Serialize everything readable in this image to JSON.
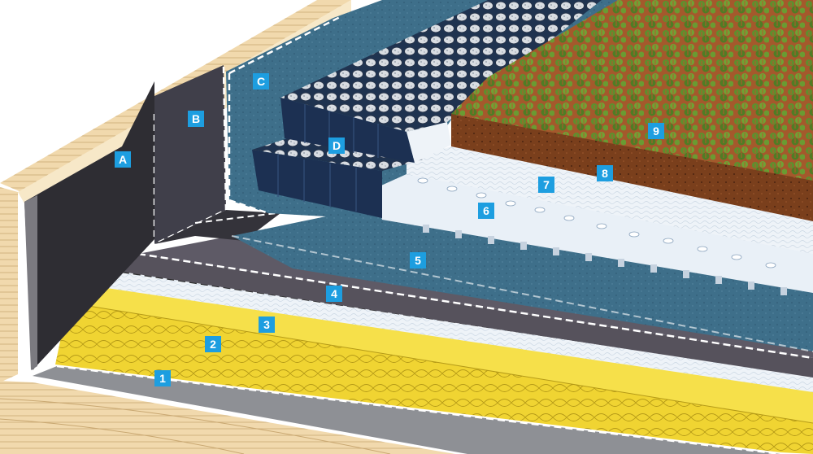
{
  "labels": {
    "A": "A",
    "B": "B",
    "C": "C",
    "D": "D",
    "n1": "1",
    "n2": "2",
    "n3": "3",
    "n4": "4",
    "n5": "5",
    "n6": "6",
    "n7": "7",
    "n8": "8",
    "n9": "9"
  },
  "colors": {
    "callout": "#1d9ee0",
    "wood": "#f1d9ad",
    "deck": "#8e9095",
    "insulation": "#f0d432",
    "fleece": "#e8eef5",
    "membrane": "#56525c",
    "protection_mat": "#3e6f8a",
    "drainage": "#e9f0f7",
    "filter": "#f4f7fa",
    "substrate": "#7a3f1c",
    "vegetation": "#5e8f2e",
    "upstand_membrane": "#2e2d33",
    "gravel": "#d9dde2",
    "crate": "#1c3052"
  }
}
